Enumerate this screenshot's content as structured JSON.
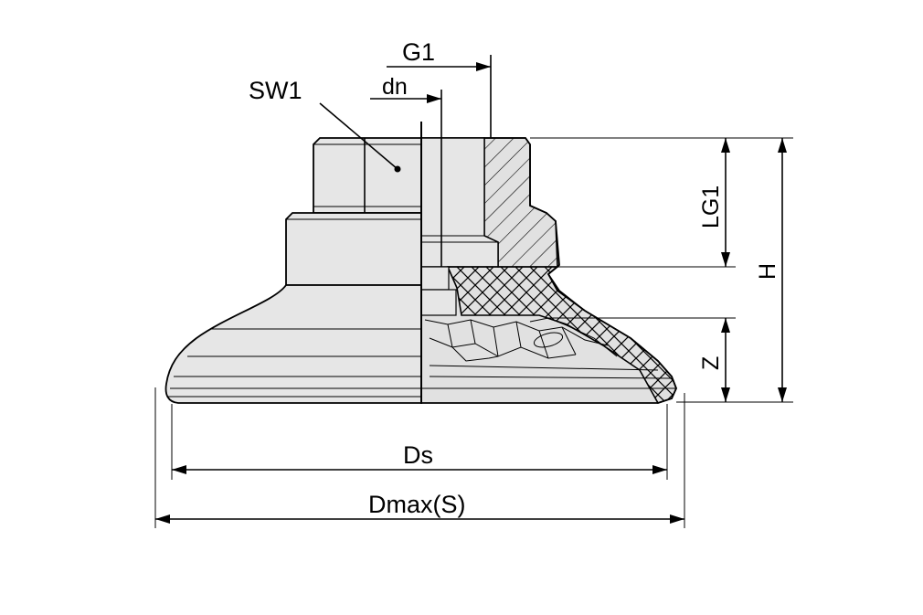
{
  "labels": {
    "sw1": "SW1",
    "g1": "G1",
    "dn": "dn",
    "lg1": "LG1",
    "h": "H",
    "z": "Z",
    "ds": "Ds",
    "dmax": "Dmax(S)"
  }
}
